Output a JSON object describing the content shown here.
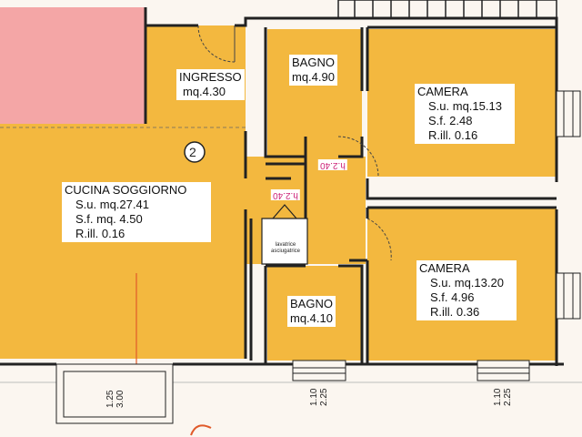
{
  "rooms": {
    "ingresso": {
      "name": "INGRESSO",
      "area": "mq.4.30"
    },
    "bagno_top": {
      "name": "BAGNO",
      "area": "mq.4.90"
    },
    "camera_top": {
      "name": "CAMERA",
      "su": "S.u.  mq.15.13",
      "sf": "S.f.   2.48",
      "rill": "R.ill.  0.16"
    },
    "cucina": {
      "name": "CUCINA SOGGIORNO",
      "su": "S.u.  mq.27.41",
      "sf": "S.f.   mq. 4.50",
      "rill": "R.ill.  0.16"
    },
    "camera_bottom": {
      "name": "CAMERA",
      "su": "S.u.  mq.13.20",
      "sf": "S.f.   4.96",
      "rill": "R.ill.  0.36"
    },
    "bagno_bottom": {
      "name": "BAGNO",
      "area": "mq.4.10"
    }
  },
  "marker": "2",
  "heights": [
    "h.2.40",
    "h.2.40"
  ],
  "appliance": [
    "lavatrice",
    "asciugatrice"
  ],
  "windows": [
    {
      "top": "1.25",
      "bottom": "3.00"
    },
    {
      "top": "1.10",
      "bottom": "2.25"
    },
    {
      "top": "1.10",
      "bottom": "2.25"
    }
  ],
  "colors": {
    "floor": "#f3b83f",
    "wall": "#222222",
    "balcony": "#f4a6a6",
    "paper": "#fbf6f0"
  }
}
